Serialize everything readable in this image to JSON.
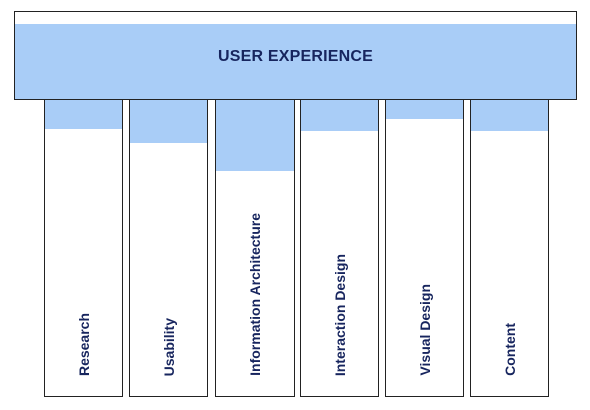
{
  "header": {
    "title": "USER EXPERIENCE"
  },
  "pillars": [
    {
      "label": "Research"
    },
    {
      "label": "Usability"
    },
    {
      "label": "Information Architecture"
    },
    {
      "label": "Interaction Design"
    },
    {
      "label": "Visual Design"
    },
    {
      "label": "Content"
    }
  ],
  "colors": {
    "fill": "#a9cdf7",
    "text": "#17255e",
    "border": "#222222"
  }
}
